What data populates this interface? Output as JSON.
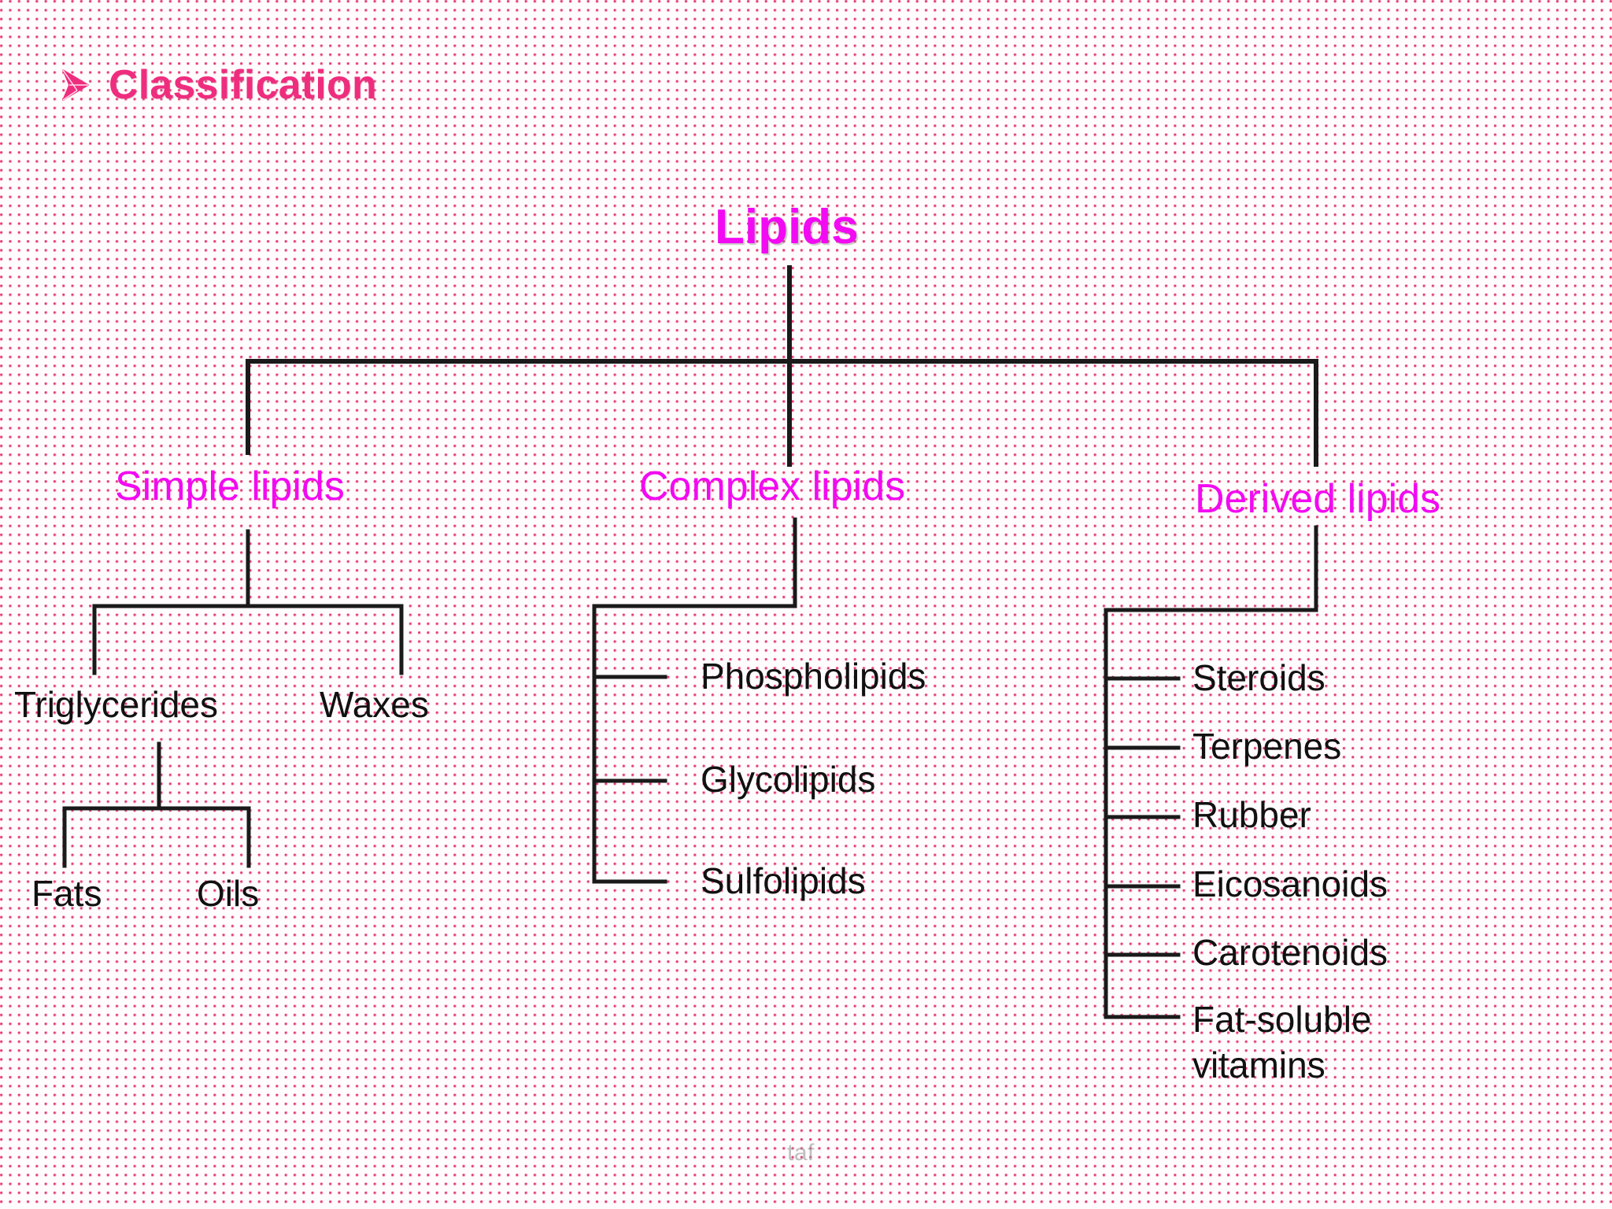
{
  "slide": {
    "heading": {
      "bullet_icon": "arrow-bullet-icon",
      "text": "Classification"
    },
    "watermark": "taf",
    "colors": {
      "heading": "#ef2d7e",
      "root_node": "#f20af2",
      "branch_node": "#f20af2",
      "leaf_node": "#111111",
      "connector": "#1a1a1a",
      "background": "#fffcfd",
      "background_dot": "#e23a75"
    }
  },
  "chart_data": {
    "type": "tree",
    "title": "Lipids",
    "root": "Lipids",
    "nodes": {
      "root": "Lipids",
      "branches": [
        {
          "label": "Simple lipids",
          "children": [
            {
              "label": "Triglycerides",
              "children": [
                {
                  "label": "Fats"
                },
                {
                  "label": "Oils"
                }
              ]
            },
            {
              "label": "Waxes"
            }
          ]
        },
        {
          "label": "Complex lipids",
          "children": [
            {
              "label": "Phospholipids"
            },
            {
              "label": "Glycolipids"
            },
            {
              "label": "Sulfolipids"
            }
          ]
        },
        {
          "label": "Derived lipids",
          "children": [
            {
              "label": "Steroids"
            },
            {
              "label": "Terpenes"
            },
            {
              "label": "Rubber"
            },
            {
              "label": "Eicosanoids"
            },
            {
              "label": "Carotenoids"
            },
            {
              "label": "Fat-soluble vitamins"
            }
          ]
        }
      ]
    }
  }
}
